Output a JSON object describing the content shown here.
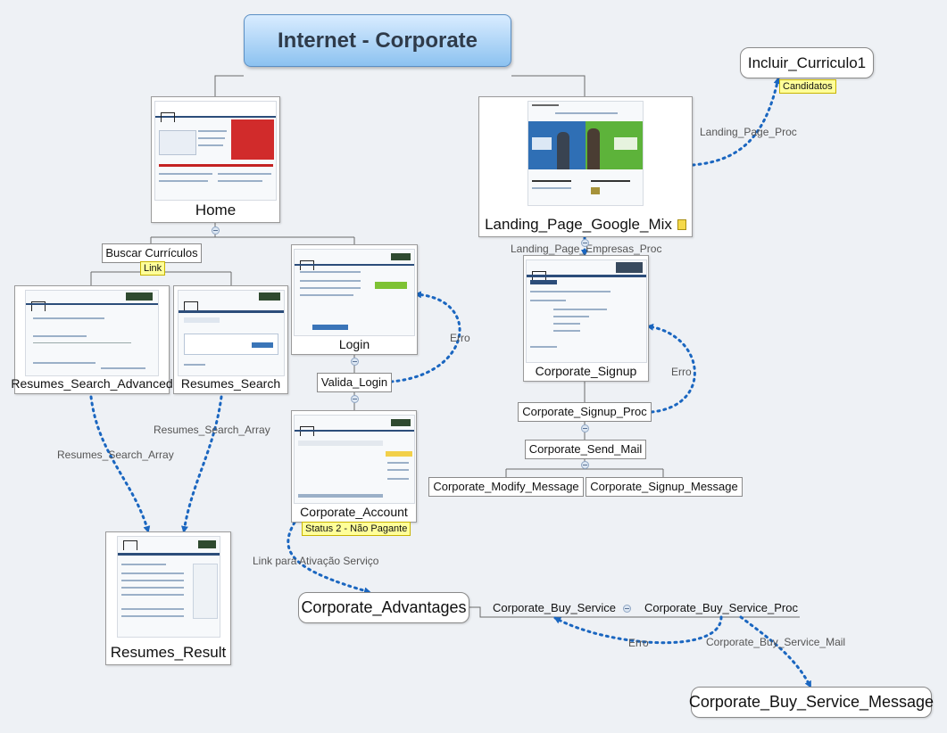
{
  "root": {
    "title": "Internet - Corporate"
  },
  "nodes": {
    "home": "Home",
    "buscar_curriculos": "Buscar Currículos",
    "resumes_search_advanced": "Resumes_Search_Advanced",
    "resumes_search": "Resumes_Search",
    "resumes_result": "Resumes_Result",
    "login": "Login",
    "valida_login": "Valida_Login",
    "corporate_account": "Corporate_Account",
    "corporate_advantages": "Corporate_Advantages",
    "corporate_buy_service": "Corporate_Buy_Service",
    "corporate_buy_service_proc": "Corporate_Buy_Service_Proc",
    "corporate_buy_service_message": "Corporate_Buy_Service_Message",
    "landing_page_google_mix": "Landing_Page_Google_Mix",
    "incluir_curriculo1": "Incluir_Curriculo1",
    "corporate_signup": "Corporate_Signup",
    "corporate_signup_proc": "Corporate_Signup_Proc",
    "corporate_send_mail": "Corporate_Send_Mail",
    "corporate_modify_message": "Corporate_Modify_Message",
    "corporate_signup_message": "Corporate_Signup_Message"
  },
  "tags": {
    "link": "Link",
    "candidatos": "Candidatos",
    "status": "Status 2 - Não Pagante"
  },
  "edge_labels": {
    "erro_login": "Erro",
    "erro_signup": "Erro",
    "erro_buy": "Erro",
    "resumes_search_array_left": "Resumes_Search_Array",
    "resumes_search_array_right": "Resumes_Search_Array",
    "landing_page_proc": "Landing_Page_Proc",
    "landing_page_empresas_proc": "Landing_Page_Empresas_Proc",
    "link_ativacao": "Link para Ativação Serviço",
    "corporate_buy_service_mail": "Corporate_Buy_Service_Mail"
  },
  "colors": {
    "connector": "#666666",
    "relationship": "#1a66c0",
    "tag_background": "#ffff99",
    "root_gradient_top": "#d9ecff",
    "root_gradient_bottom": "#8cc2f0"
  },
  "icons": [
    "collapse-icon",
    "note-icon",
    "arrow-head-icon"
  ]
}
